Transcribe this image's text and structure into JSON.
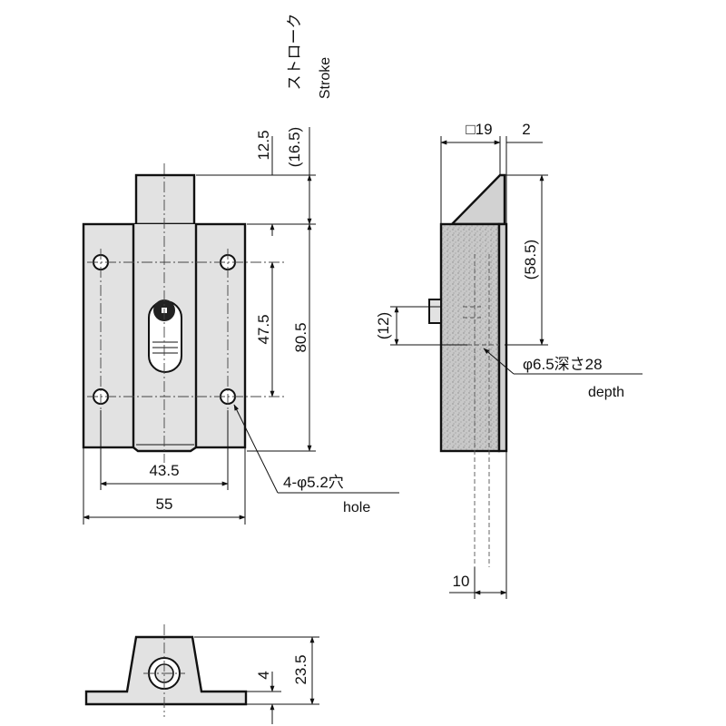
{
  "front_view": {
    "dim_12_5": "12.5",
    "dim_16_5": "(16.5)",
    "stroke_ja": "ストローク",
    "stroke_en": "Stroke",
    "dim_47_5": "47.5",
    "dim_80_5": "80.5",
    "dim_43_5": "43.5",
    "dim_55": "55",
    "hole_label": "4-φ5.2穴",
    "hole_en": "hole"
  },
  "side_view": {
    "dim_19": "□19",
    "dim_2": "2",
    "dim_58_5": "(58.5)",
    "dim_12": "(12)",
    "depth_label": "φ6.5深さ28",
    "depth_en": "depth",
    "dim_10": "10"
  },
  "bottom_view": {
    "dim_4": "4",
    "dim_23_5": "23.5"
  }
}
